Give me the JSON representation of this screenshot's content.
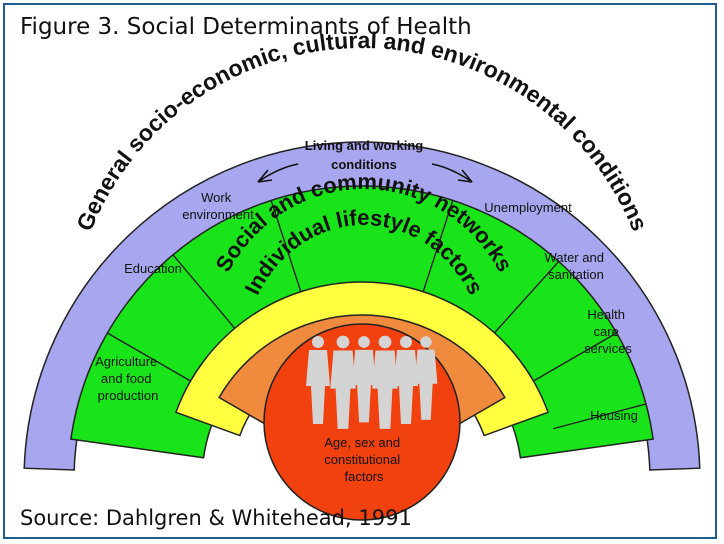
{
  "caption": "Figure 3.  Social Determinants of Health",
  "source": "Source:  Dahlgren & Whitehead, 1991",
  "layers": {
    "outer": "General socio-economic, cultural and environmental conditions",
    "community": "Social and community networks",
    "lifestyle": "Individual lifestyle factors",
    "core": [
      "Age, sex and",
      "constitutional",
      "factors"
    ]
  },
  "living_conditions": {
    "title": [
      "Living and working",
      "conditions"
    ],
    "left_segments": [
      [
        "Agriculture",
        "and food",
        "production"
      ],
      [
        "Education"
      ],
      [
        "Work",
        "environment"
      ]
    ],
    "right_segments": [
      [
        "Unemployment"
      ],
      [
        "Water and",
        "sanitation"
      ],
      [
        "Health",
        "care",
        "services"
      ],
      [
        "Housing"
      ]
    ]
  },
  "colors": {
    "outer": "#a7a6ee",
    "living": "#19e319",
    "community": "#ffff40",
    "lifestyle": "#f08a3c",
    "core": "#f0410e",
    "figures": "#d4d4d4",
    "border": "#1d5e8c"
  }
}
